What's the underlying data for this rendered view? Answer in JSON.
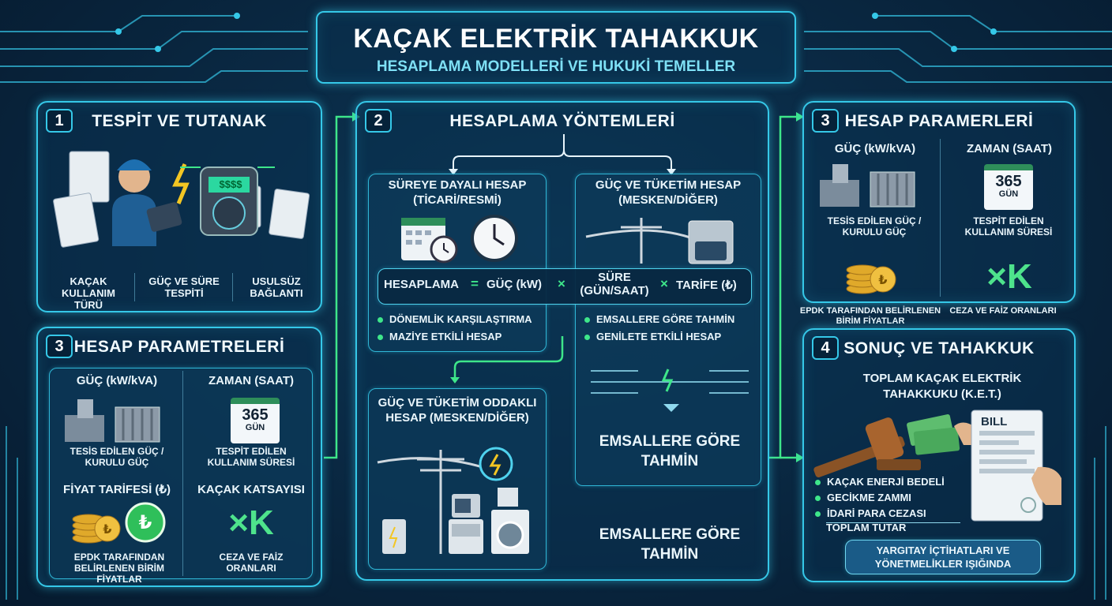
{
  "header": {
    "title": "KAÇAK ELEKTRİK TAHAKKUK",
    "subtitle": "HESAPLAMA MODELLERİ VE HUKUKİ TEMELLER"
  },
  "panel1": {
    "number": "1",
    "title": "TESPİT VE TUTANAK",
    "meter_text": "$$$$",
    "labels": [
      "KAÇAK KULLANIM TÜRÜ",
      "GÜÇ VE SÜRE TESPİTİ",
      "USULSÜZ BAĞLANTI"
    ]
  },
  "panel3a": {
    "number": "3",
    "title": "HESAP PARAMETRELERİ",
    "power_head": "GÜÇ (kW/kVA)",
    "time_head": "ZAMAN (SAAT)",
    "cal_num": "365",
    "cal_unit": "GÜN",
    "power_desc": "TESİS EDİLEN GÜÇ / KURULU GÜÇ",
    "time_desc": "TESPİT EDİLEN KULLANIM SÜRESİ",
    "tariff_head": "FİYAT TARİFESİ (₺)",
    "coef_head": "KAÇAK KATSAYISI",
    "tariff_desc": "EPDK TARAFINDAN BELİRLENEN BİRİM FİYATLAR",
    "coef_symbol": "×K",
    "coef_desc": "CEZA VE FAİZ ORANLARI"
  },
  "panel2": {
    "number": "2",
    "title": "HESAPLAMA YÖNTEMLERİ",
    "left_head": "SÜREYE DAYALI HESAP (TİCARİ/RESMİ)",
    "right_head": "GÜÇ VE TÜKETİM HESAP (MESKEN/DİĞER)",
    "formula": [
      "HESAPLAMA",
      "=",
      "GÜÇ (kW)",
      "×",
      "SÜRE (GÜN/SAAT)",
      "×",
      "TARİFE (₺)"
    ],
    "left_bullets": [
      "DÖNEMLİK KARŞILAŞTIRMA",
      "MAZİYE ETKİLİ HESAP"
    ],
    "right_bullets": [
      "EMSALLERE GÖRE TAHMİN",
      "GENİLETE ETKİLİ HESAP"
    ],
    "bottom_left_head": "GÜÇ VE TÜKETİM ODDAKLI HESAP (MESKEN/DİĞER)",
    "right_estimate": "EMSALLERE GÖRE TAHMİN",
    "bottom_estimate": "EMSALLERE GÖRE TAHMİN"
  },
  "panel3b": {
    "number": "3",
    "title": "HESAP PARAMERLERİ",
    "power_head": "GÜÇ (kW/kVA)",
    "time_head": "ZAMAN (SAAT)",
    "cal_num": "365",
    "cal_unit": "GÜN",
    "power_desc": "TESİS EDİLEN GÜÇ / KURULU GÜÇ",
    "time_desc": "TESPİT EDİLEN KULLANIM SÜRESİ",
    "coef_symbol": "×K",
    "tariff_desc": "EPDK TARAFINDAN BELİRLENEN BİRİM FİYATLAR",
    "coef_desc": "CEZA VE FAİZ ORANLARI"
  },
  "panel4": {
    "number": "4",
    "title": "SONUÇ VE TAHAKKUK",
    "head": "TOPLAM KAÇAK ELEKTRİK TAHAKKUKU (K.E.T.)",
    "bill_label": "BILL",
    "bullets": [
      "KAÇAK ENERJİ BEDELİ",
      "GECİKME ZAMMI",
      "İDARİ PARA CEZASI"
    ],
    "total": "TOPLAM TUTAR",
    "banner": "YARGITAY İÇTİHATLARI VE YÖNETMELİKLER IŞIĞINDA"
  },
  "colors": {
    "accent": "#35c8e8",
    "green": "#3ee68a",
    "background": "#0a2a45"
  }
}
